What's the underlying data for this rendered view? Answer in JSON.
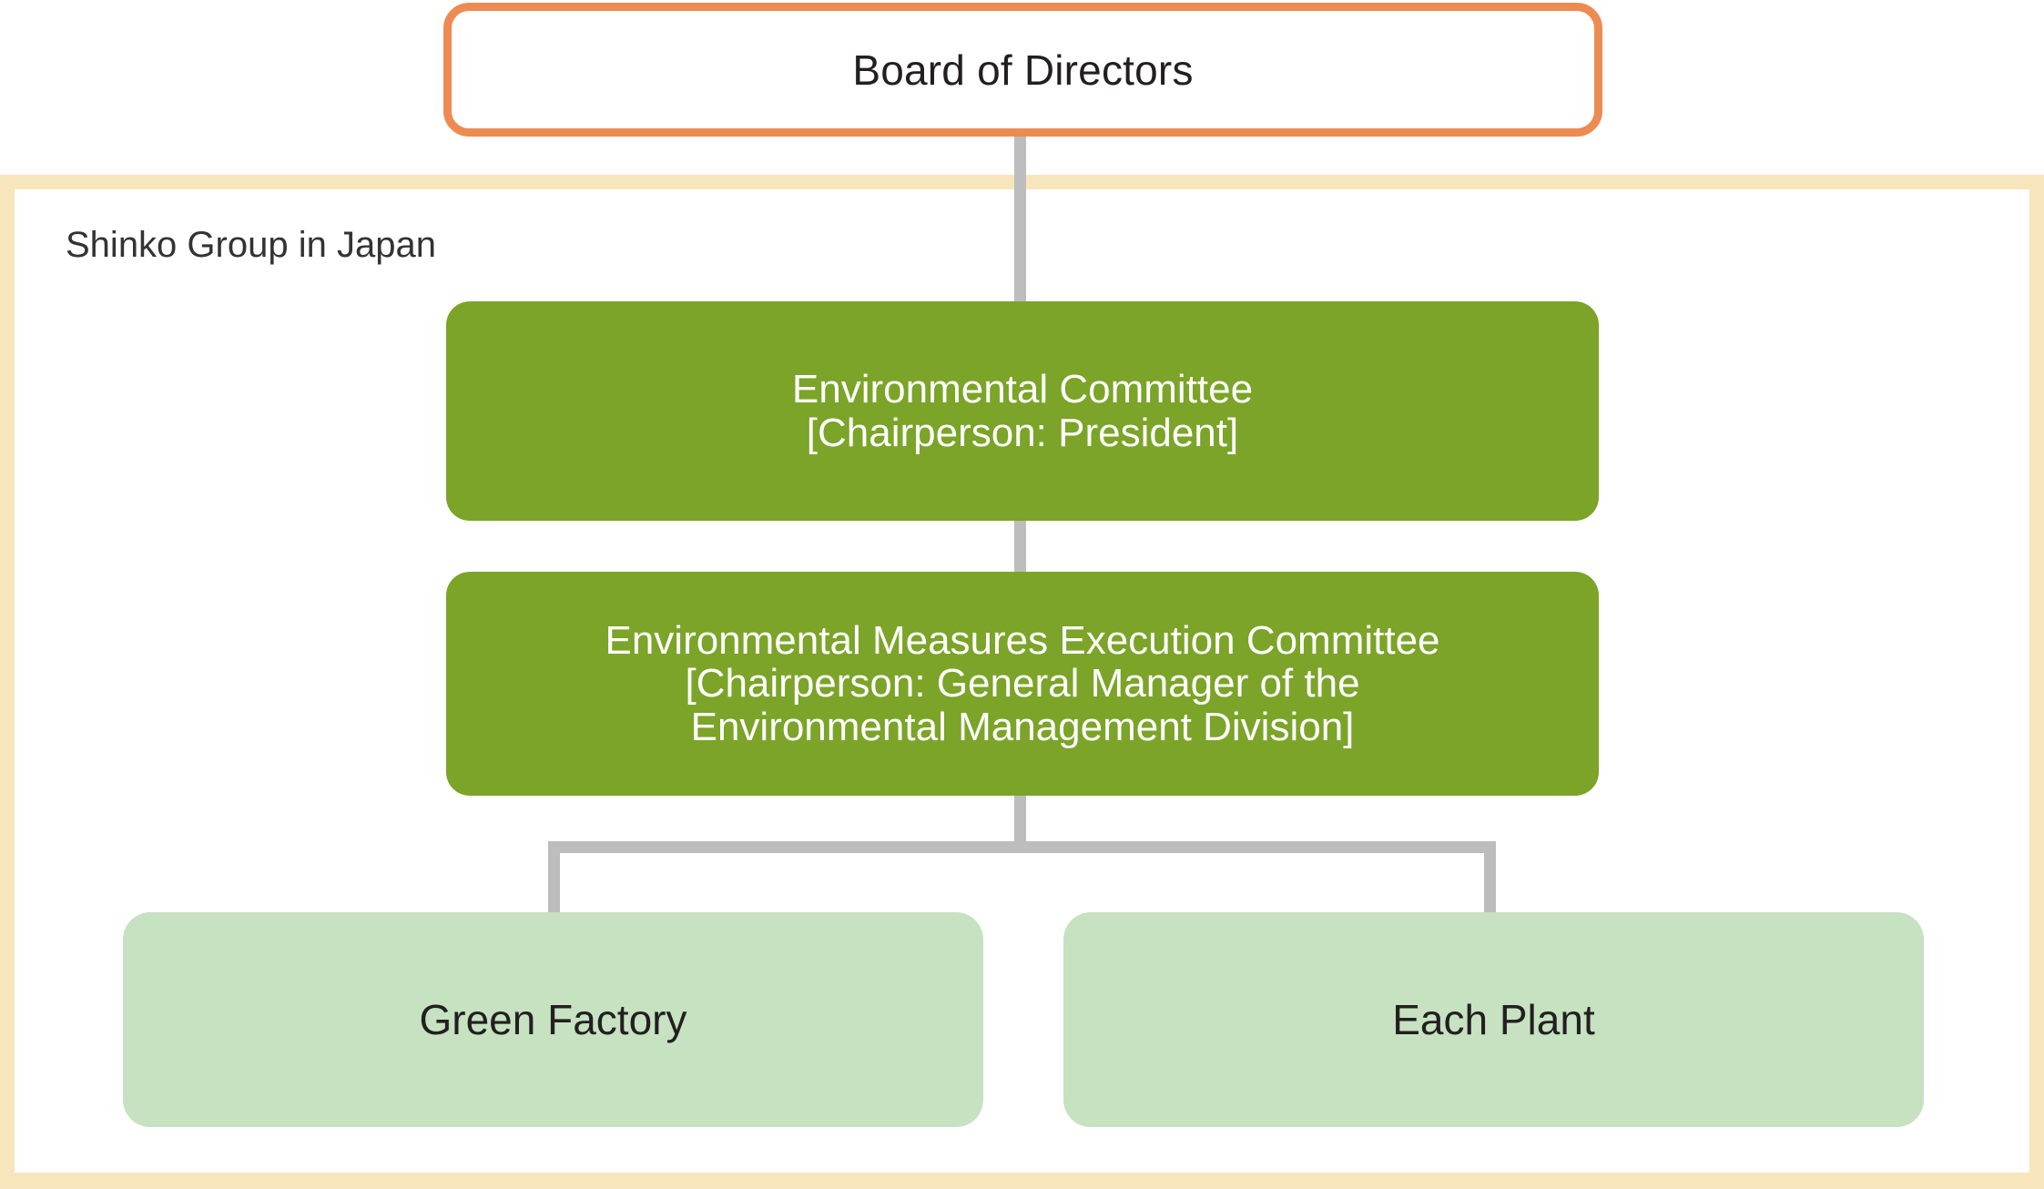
{
  "diagram": {
    "type": "organization-chart",
    "title_present": false,
    "colors": {
      "board_border": "#ED8B52",
      "board_fill": "#FFFFFF",
      "group_border": "#F7E5BB",
      "committee_fill": "#7BA428",
      "committee_text": "#FFFFFF",
      "leaf_fill": "#C6E2C1",
      "leaf_text": "#231F20",
      "connector": "#BDBDBD",
      "label_text": "#333333"
    },
    "nodes": {
      "board": {
        "label": "Board of Directors"
      },
      "group": {
        "label": "Shinko Group in Japan"
      },
      "environmental_committee": {
        "line1": "Environmental Committee",
        "line2": "[Chairperson: President]"
      },
      "environmental_measures_execution_committee": {
        "line1": "Environmental Measures Execution Committee",
        "line2": "[Chairperson: General Manager of the",
        "line3": "Environmental Management Division]"
      },
      "green_factory": {
        "label": "Green Factory"
      },
      "each_plant": {
        "label": "Each Plant"
      }
    },
    "edges": [
      {
        "from": "board",
        "to": "environmental_committee"
      },
      {
        "from": "environmental_committee",
        "to": "environmental_measures_execution_committee"
      },
      {
        "from": "environmental_measures_execution_committee",
        "to": "green_factory"
      },
      {
        "from": "environmental_measures_execution_committee",
        "to": "each_plant"
      }
    ]
  }
}
